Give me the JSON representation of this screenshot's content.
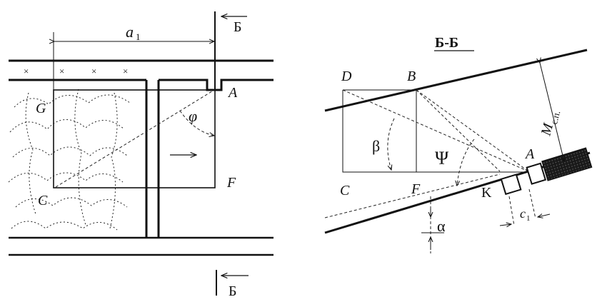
{
  "plan_view": {
    "dimension_label": "a",
    "dimension_subscript": "1",
    "section_mark_top": "Б",
    "section_mark_bottom": "Б",
    "point_labels": {
      "G": "G",
      "A": "A",
      "C": "C",
      "F": "F"
    },
    "angle_label": "φ",
    "cross_mark": "×",
    "arrow_glyph": "→"
  },
  "section_view": {
    "title": "Б-Б",
    "point_labels": {
      "D": "D",
      "B": "B",
      "C": "C",
      "F": "F",
      "A": "A",
      "K": "K"
    },
    "angle_beta": "β",
    "angle_psi": "Ψ",
    "angle_alpha": "α",
    "dimension_c": "c",
    "dimension_c_sub": "1",
    "dimension_m": "M",
    "dimension_m_sub": "c.п."
  }
}
